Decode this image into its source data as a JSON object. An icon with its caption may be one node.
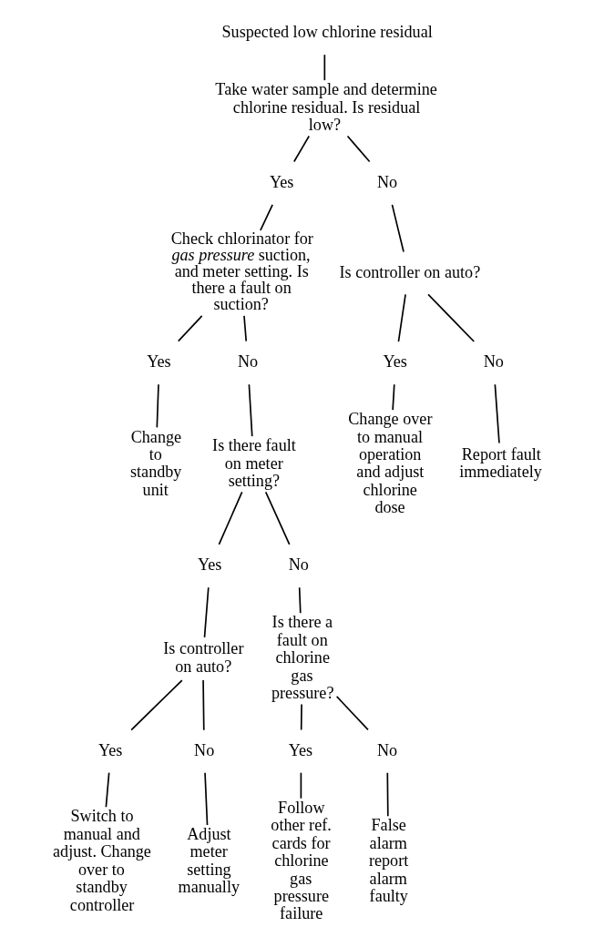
{
  "diagram": {
    "nodes": [
      {
        "text": [
          "Suspected low chlorine residual"
        ]
      },
      {
        "text": [
          "Take water sample and determine chlorine residual. Is residual low?"
        ]
      },
      {
        "text": [
          "Yes"
        ]
      },
      {
        "text": [
          "No"
        ]
      },
      {
        "text": [
          "Check chlorinator for *gas pressure* suction, and meter setting. Is there a fault on suction?"
        ]
      },
      {
        "text": [
          "Is controller on auto?"
        ]
      },
      {
        "text": [
          "Yes"
        ]
      },
      {
        "text": [
          "No"
        ]
      },
      {
        "text": [
          "Change to standby unit"
        ]
      },
      {
        "text": [
          "Is there fault on meter setting?"
        ]
      },
      {
        "text": [
          "Yes"
        ]
      },
      {
        "text": [
          "No"
        ]
      },
      {
        "text": [
          "Change over to manual operation and adjust chlorine dose"
        ]
      },
      {
        "text": [
          "Report fault immediately"
        ]
      },
      {
        "text": [
          "Yes"
        ]
      },
      {
        "text": [
          "No"
        ]
      },
      {
        "text": [
          "Is controller on auto?"
        ]
      },
      {
        "text": [
          "Is there a fault on chlorine gas pressure?"
        ]
      },
      {
        "text": [
          "Yes"
        ]
      },
      {
        "text": [
          "No"
        ]
      },
      {
        "text": [
          "Switch to manual and adjust. Change over to standby controller"
        ]
      },
      {
        "text": [
          "Adjust meter setting manually"
        ]
      },
      {
        "text": [
          "Yes"
        ]
      },
      {
        "text": [
          "No"
        ]
      },
      {
        "text": [
          "Follow other ref. cards for chlorine gas pressure failure"
        ]
      },
      {
        "text": [
          "False alarm report alarm faulty"
        ]
      }
    ],
    "edges": [
      {
        "from": 0,
        "to": 1,
        "arrow": "none"
      },
      {
        "from": 1,
        "to": 2,
        "arrow": "none"
      },
      {
        "from": 1,
        "to": 3,
        "arrow": "none"
      },
      {
        "from": 2,
        "to": 4,
        "arrow": "none"
      },
      {
        "from": 3,
        "to": 5,
        "arrow": "none"
      },
      {
        "from": 4,
        "to": 6,
        "arrow": "none"
      },
      {
        "from": 4,
        "to": 7,
        "arrow": "none"
      },
      {
        "from": 6,
        "to": 8,
        "arrow": "none"
      },
      {
        "from": 7,
        "to": 9,
        "arrow": "none"
      },
      {
        "from": 5,
        "to": 10,
        "arrow": "none"
      },
      {
        "from": 5,
        "to": 11,
        "arrow": "none"
      },
      {
        "from": 10,
        "to": 12,
        "arrow": "none"
      },
      {
        "from": 11,
        "to": 13,
        "arrow": "none"
      },
      {
        "from": 9,
        "to": 14,
        "arrow": "none"
      },
      {
        "from": 9,
        "to": 15,
        "arrow": "none"
      },
      {
        "from": 14,
        "to": 16,
        "arrow": "none"
      },
      {
        "from": 15,
        "to": 17,
        "arrow": "none"
      },
      {
        "from": 16,
        "to": 18,
        "arrow": "none"
      },
      {
        "from": 16,
        "to": 19,
        "arrow": "none"
      },
      {
        "from": 18,
        "to": 20,
        "arrow": "none"
      },
      {
        "from": 19,
        "to": 21,
        "arrow": "none"
      },
      {
        "from": 17,
        "to": 22,
        "arrow": "none"
      },
      {
        "from": 17,
        "to": 23,
        "arrow": "none"
      },
      {
        "from": 22,
        "to": 24,
        "arrow": "none"
      },
      {
        "from": 23,
        "to": 25,
        "arrow": "none"
      }
    ]
  }
}
